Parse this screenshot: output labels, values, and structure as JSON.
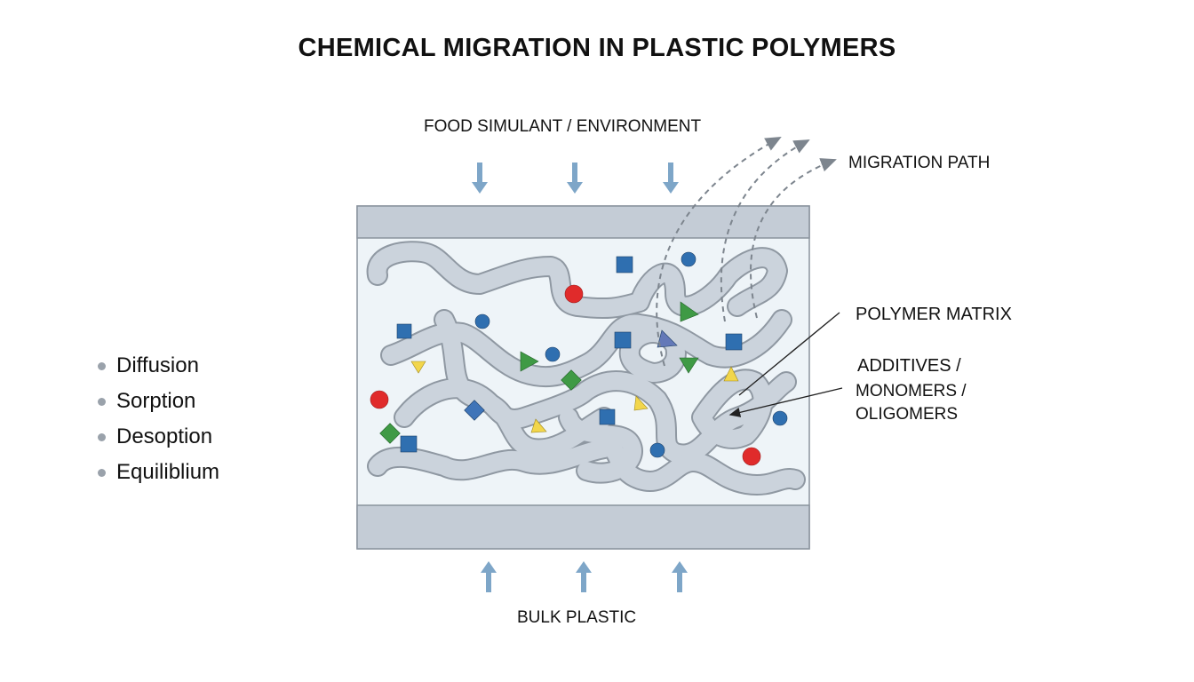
{
  "title": "CHEMICAL MIGRATION IN PLASTIC POLYMERS",
  "labels": {
    "top": "FOOD SIMULANT / ENVIRONMENT",
    "migration": "MIGRATION PATH",
    "matrix": "POLYMER MATRIX",
    "additives_1": "ADDITIVES /",
    "additives_2": "MONOMERS /",
    "additives_3": "OLIGOMERS",
    "bottom": "BULK PLASTIC"
  },
  "processes": [
    "Diffusion",
    "Sorption",
    "Desoption",
    "Equiliblium"
  ],
  "colors": {
    "arrow": "#7ea6c8",
    "blue": "#2f6fb0",
    "red": "#e02b2b",
    "green": "#3f9a45",
    "yellow": "#f2d64b",
    "layer": "#c3cbd5"
  }
}
